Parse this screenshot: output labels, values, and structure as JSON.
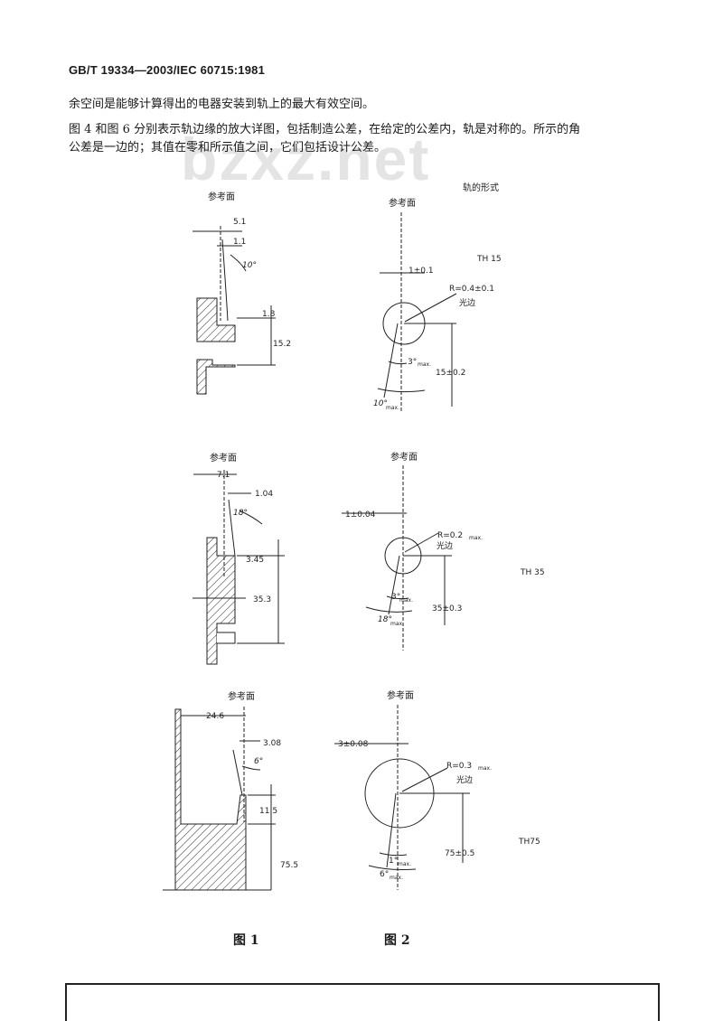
{
  "header": {
    "standard_code": "GB/T 19334—2003/IEC 60715:1981"
  },
  "body_text": {
    "line1": "余空间是能够计算得出的电器安装到轨上的最大有效空间。",
    "line2": "图 4 和图 6 分别表示轨边缘的放大详图，包括制造公差，在给定的公差内，轨是对称的。所示的角",
    "line3": "公差是一边的；其值在零和所示值之间，它们包括设计公差。"
  },
  "watermark": "bzxz.net",
  "figure1": {
    "row1": {
      "ref": "参考面",
      "d1": "5.1",
      "d2": "1.1",
      "angle": "10°",
      "d3": "1.8",
      "d4": "15.2"
    },
    "row2": {
      "ref": "参考面",
      "d1": "7.1",
      "d2": "1.04",
      "angle": "18°",
      "d3": "3.45",
      "d4": "35.3"
    },
    "row3": {
      "ref": "参考面",
      "d1": "24.6",
      "d2": "3.08",
      "angle": "6°",
      "d3": "11.5",
      "d4": "75.5"
    },
    "caption": "图 1"
  },
  "figure2": {
    "heading": "轨的形式",
    "row1": {
      "ref": "参考面",
      "type": "TH 15",
      "offset": "1±0.1",
      "radius": "R=0.4±0.1",
      "smooth": "光边",
      "a1": "3°",
      "a1_sub": "max.",
      "a2": "10°",
      "a2_sub": "max.",
      "height": "15±0.2"
    },
    "row2": {
      "ref": "参考面",
      "type": "TH 35",
      "offset": "1±0.04",
      "radius": "R=0.2",
      "radius_sub": "max.",
      "smooth": "光边",
      "a1": "3°",
      "a1_sub": "max.",
      "a2": "18°",
      "a2_sub": "max.",
      "height": "35±0.3"
    },
    "row3": {
      "ref": "参考面",
      "type": "TH75",
      "offset": "3±0.08",
      "radius": "R=0.3",
      "radius_sub": "max.",
      "smooth": "光边",
      "a1": "1°",
      "a1_sub": "max.",
      "a2": "6°",
      "a2_sub": "max.",
      "height": "75±0.5"
    },
    "caption": "图 2"
  }
}
